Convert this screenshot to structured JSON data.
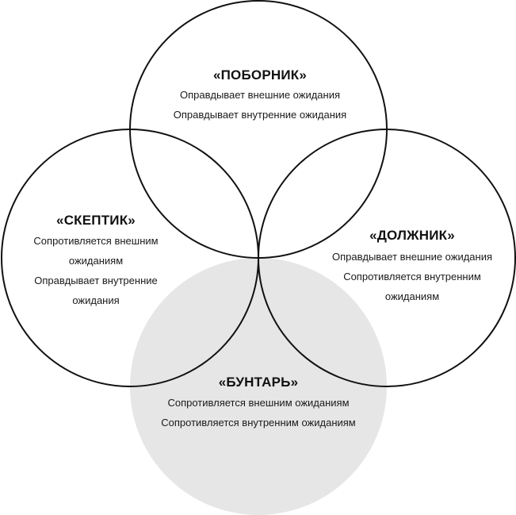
{
  "colors": {
    "stroke": "#111111",
    "background": "#ffffff",
    "rebel_fill": "#e6e6e6"
  },
  "types": {
    "upholder": {
      "title": "«ПОБОРНИК»",
      "lines": [
        "Оправдывает внешние ожидания",
        "Оправдывает внутренние ожидания"
      ]
    },
    "questioner": {
      "title": "«СКЕПТИК»",
      "lines": [
        "Сопротивляется внешним",
        "ожиданиям",
        "Оправдывает внутренние",
        "ожидания"
      ]
    },
    "obliger": {
      "title": "«ДОЛЖНИК»",
      "lines": [
        "Оправдывает внешние ожидания",
        "Сопротивляется внутренним",
        "ожиданиям"
      ]
    },
    "rebel": {
      "title": "«БУНТАРЬ»",
      "lines": [
        "Сопротивляется внешним ожиданиям",
        "Сопротивляется внутренним ожиданиям"
      ]
    }
  }
}
